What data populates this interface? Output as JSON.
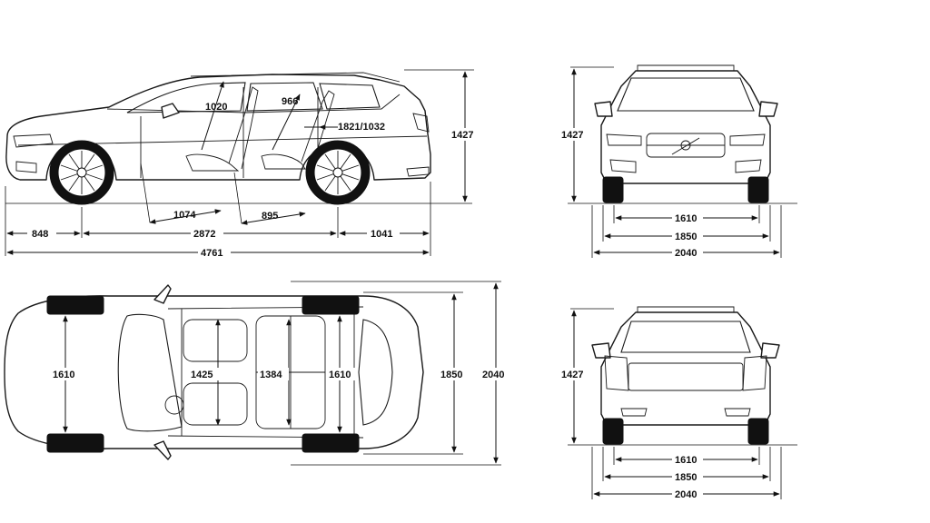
{
  "side_view": {
    "overall_length": "4761",
    "front_overhang": "848",
    "wheelbase": "2872",
    "rear_overhang": "1041",
    "height": "1427",
    "front_headroom": "1020",
    "rear_headroom": "966",
    "cargo_length": "1821/1032",
    "front_legroom": "1074",
    "rear_legroom": "895"
  },
  "front_view": {
    "height": "1427",
    "track": "1610",
    "width": "1850",
    "width_with_mirrors": "2040"
  },
  "top_view": {
    "front_track": "1610",
    "rear_track": "1610",
    "front_shoulder": "1425",
    "rear_shoulder": "1384",
    "width": "1850",
    "width_with_mirrors": "2040"
  },
  "rear_view": {
    "height": "1427",
    "track": "1610",
    "width": "1850",
    "width_with_mirrors": "2040"
  }
}
